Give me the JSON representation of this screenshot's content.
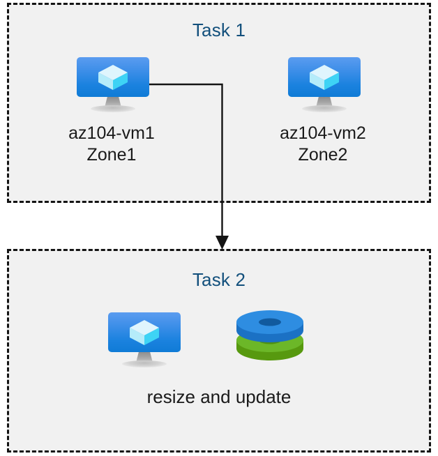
{
  "diagram": {
    "background_color": "#ffffff",
    "box_fill_color": "#f1f1f1",
    "box_border_color": "#141414",
    "title_color": "#13507c",
    "label_color": "#1a1a1a",
    "connector_color": "#141414"
  },
  "task1": {
    "title": "Task 1",
    "nodes": [
      {
        "icon": "virtual-machine-icon",
        "label": "az104-vm1\nZone1",
        "name": "az104-vm1",
        "zone": "Zone1"
      },
      {
        "icon": "virtual-machine-icon",
        "label": "az104-vm2\nZone2",
        "name": "az104-vm2",
        "zone": "Zone2"
      }
    ]
  },
  "task2": {
    "title": "Task 2",
    "icons": [
      "virtual-machine-icon",
      "managed-disks-icon"
    ],
    "label": "resize and update"
  },
  "connector": {
    "from": "az104-vm1",
    "to": "task2",
    "style": "elbow-arrow"
  },
  "colors": {
    "vm_screen_top": "#5b9cf0",
    "vm_screen_bottom": "#0f7bd6",
    "vm_cube_light": "#d7f3fd",
    "vm_cube_mid": "#8fe3f7",
    "vm_cube_accent": "#35d0f2",
    "vm_stand_gray": "#a8a8a8",
    "disk_blue_top": "#2e8de1",
    "disk_blue_side": "#1b71c4",
    "disk_blue_hole": "#115a9e",
    "disk_green_top": "#6cb728",
    "disk_green_side": "#57990f",
    "disk_green_hole": "#4f8f12"
  }
}
